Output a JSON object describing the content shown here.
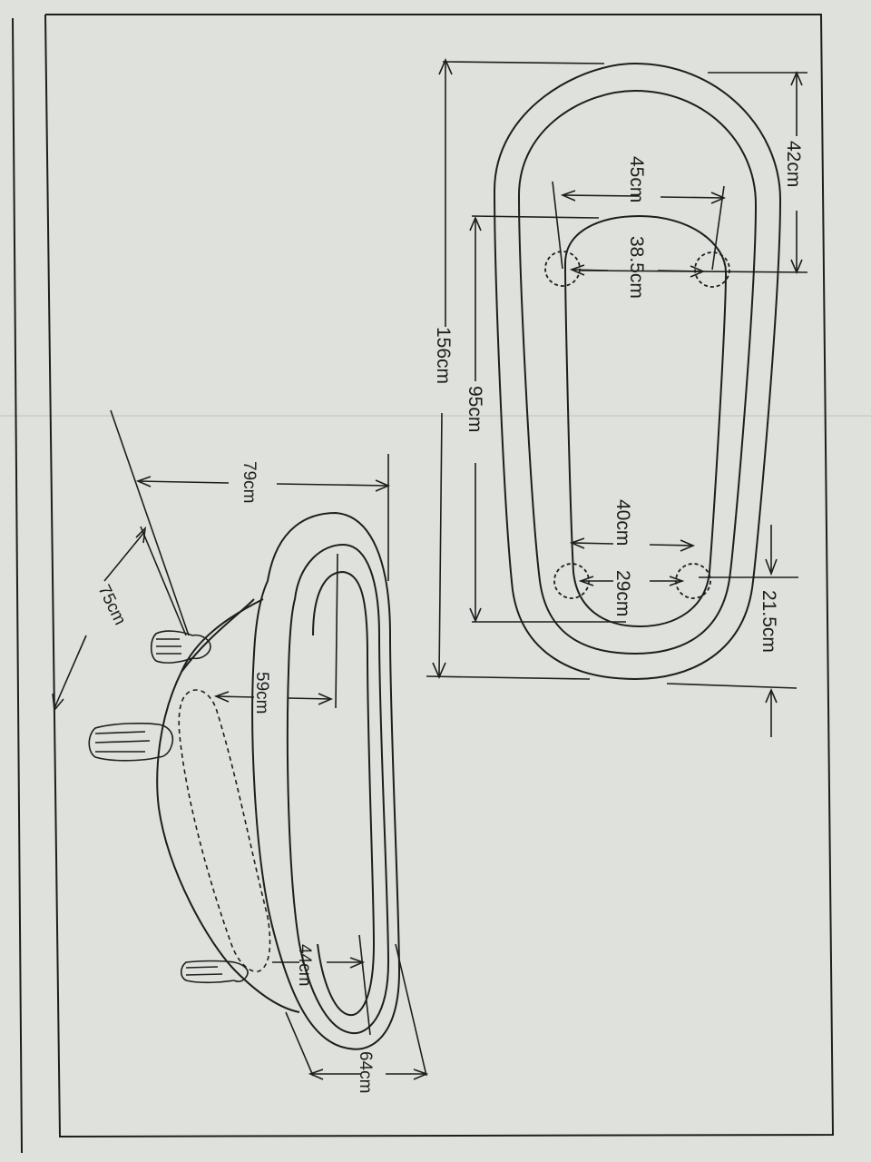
{
  "diagram": {
    "top_view": {
      "overall_length": "156cm",
      "drain_spacing": "95cm",
      "head_outer_width": "42cm",
      "foot_outer_width": "21.5cm",
      "head_hole_outer": "45cm",
      "head_hole_inner": "38.5cm",
      "foot_hole_outer": "40cm",
      "foot_hole_inner": "29cm"
    },
    "side_view": {
      "depth_top": "79cm",
      "leg_span": "75cm",
      "interior_width": "59cm",
      "foot_interior": "44cm",
      "foot_height": "64cm"
    }
  },
  "colors": {
    "paper": "#e9ebe7",
    "ink": "#1d1f1e",
    "background": "#dfe2dc"
  }
}
